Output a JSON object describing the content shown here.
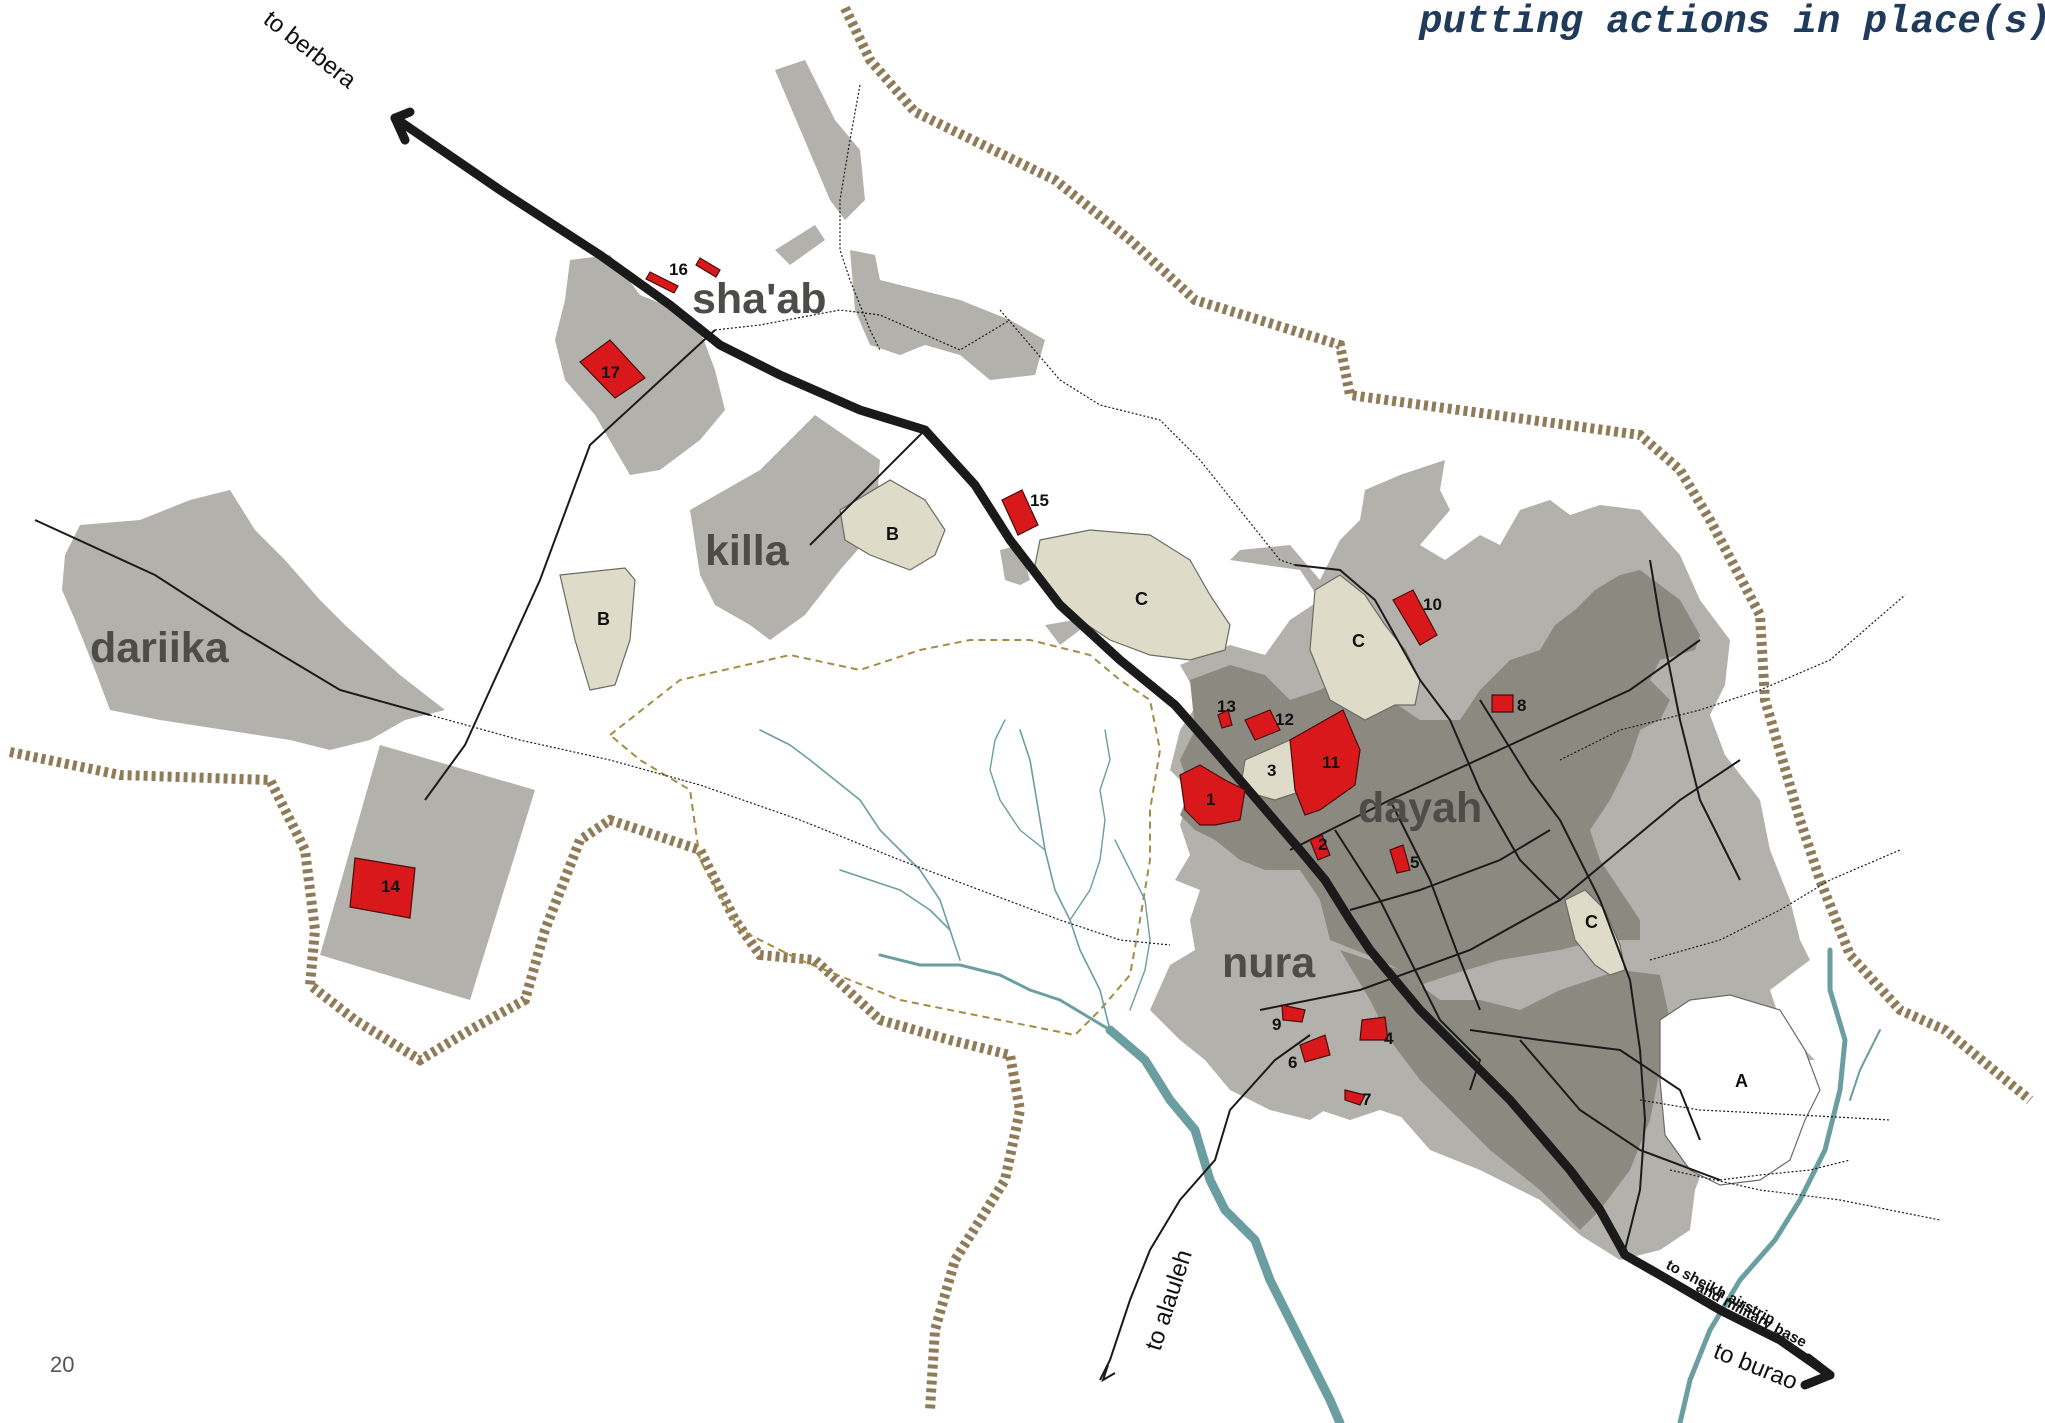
{
  "title": "putting actions in place(s)",
  "page_number": "20",
  "districts": [
    "sha'ab",
    "killa",
    "dariika",
    "dayah",
    "nura"
  ],
  "sites": [
    "1",
    "2",
    "3",
    "4",
    "5",
    "6",
    "7",
    "8",
    "9",
    "10",
    "11",
    "12",
    "13",
    "14",
    "15",
    "16",
    "17"
  ],
  "zones": {
    "a": "A",
    "b": "B",
    "c": "C"
  },
  "destinations": {
    "berbera": "to berbera",
    "alauleh": "to alauleh",
    "burao": "to burao",
    "airstrip_1": "to sheikh airstrip",
    "airstrip_2": "and military base"
  },
  "colors": {
    "background": "#ffffff",
    "settlement": "#b2b1ab",
    "dense_core": "#8c8a80",
    "zone_fill": "#dedcc9",
    "site_red": "#d9181c",
    "boundary": "#8f7b58",
    "river": "#6a9ea0",
    "road": "#1a1a1a",
    "title": "#1f3a5a"
  }
}
